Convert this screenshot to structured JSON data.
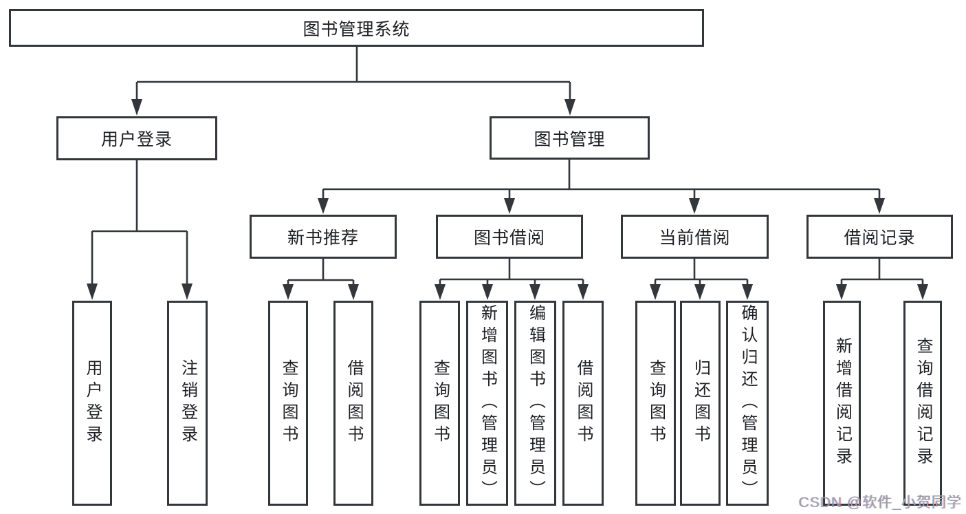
{
  "diagram_title": "图书管理系统",
  "colors": {
    "line": "#33363a",
    "box_border": "#33363a",
    "box_fill": "#ffffff",
    "text": "#1d1f23",
    "background": "#ffffff",
    "watermark": "#9aa0a8"
  },
  "nodes": {
    "root": {
      "label": "图书管理系统"
    },
    "user_login": {
      "label": "用户登录"
    },
    "book_management": {
      "label": "图书管理"
    },
    "new_book_recommend": {
      "label": "新书推荐"
    },
    "book_borrowing": {
      "label": "图书借阅"
    },
    "current_borrowing": {
      "label": "当前借阅"
    },
    "borrowing_records": {
      "label": "借阅记录"
    },
    "leaf_user_login": {
      "label": "用户登录"
    },
    "leaf_logout": {
      "label": "注销登录"
    },
    "leaf_nr_query_books": {
      "label": "查询图书"
    },
    "leaf_nr_borrow_books": {
      "label": "借阅图书"
    },
    "leaf_bb_query_books": {
      "label": "查询图书"
    },
    "leaf_bb_add_books": {
      "label": "新增图书（管理员）"
    },
    "leaf_bb_edit_books": {
      "label": "编辑图书（管理员）"
    },
    "leaf_bb_borrow_books": {
      "label": "借阅图书"
    },
    "leaf_cb_query_books": {
      "label": "查询图书"
    },
    "leaf_cb_return_books": {
      "label": "归还图书"
    },
    "leaf_cb_confirm_return": {
      "label": "确认归还（管理员）"
    },
    "leaf_br_add_record": {
      "label": "新增借阅记录"
    },
    "leaf_br_query_record": {
      "label": "查询借阅记录"
    }
  },
  "watermark": {
    "text": "CSDN @软件_小贺同学"
  }
}
